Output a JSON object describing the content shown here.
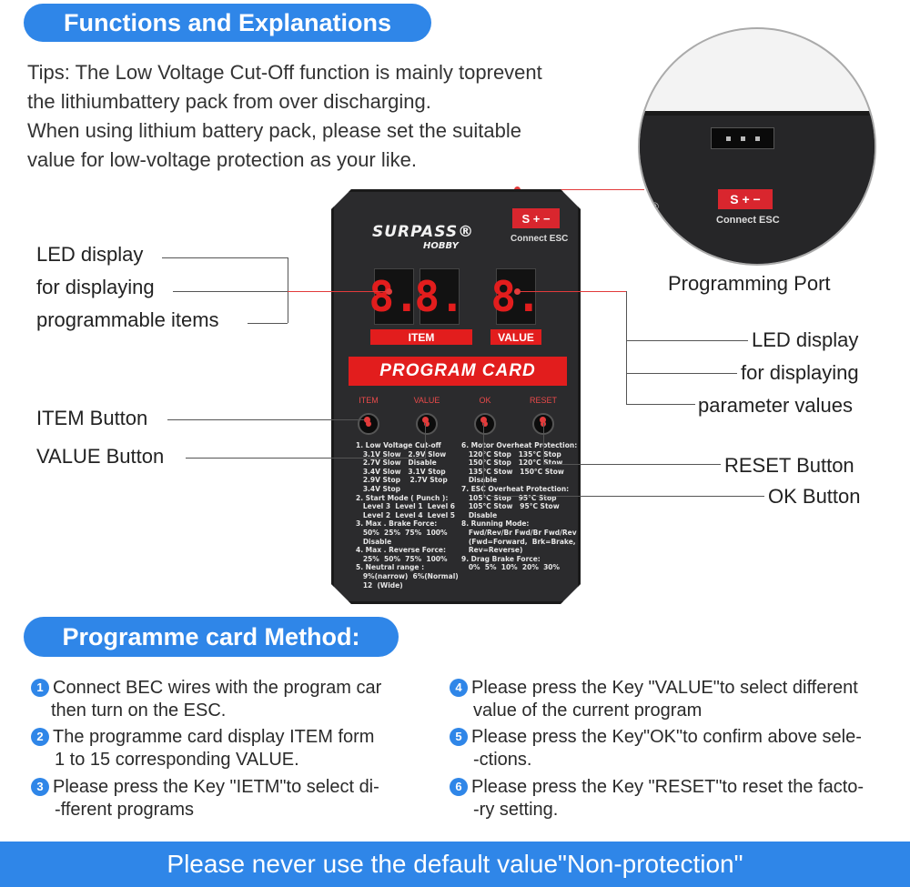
{
  "header": {
    "title": "Functions and Explanations"
  },
  "tips": {
    "line1": "Tips: The Low Voltage Cut-Off function is mainly toprevent",
    "line2": "the lithiumbattery pack from over discharging.",
    "line3": "When using lithium battery pack, please set the suitable",
    "line4": "value for low-voltage protection as your like."
  },
  "callouts": {
    "led_left": [
      "LED display",
      "for displaying",
      "programmable items"
    ],
    "item_button": "ITEM Button",
    "value_button": "VALUE Button",
    "programming_port": "Programming Port",
    "led_right": [
      "LED display",
      "for displaying",
      "parameter values"
    ],
    "reset_button": "RESET Button",
    "ok_button": "OK Button"
  },
  "card": {
    "brand": "SURPASS®",
    "brand_sub": "HOBBY",
    "port": "S + −",
    "port_label": "Connect  ESC",
    "digits": [
      "8.",
      "8.",
      "8."
    ],
    "item_tag": "ITEM",
    "value_tag": "VALUE",
    "banner": "PROGRAM CARD",
    "buttons": [
      "ITEM",
      "VALUE",
      "OK",
      "RESET"
    ],
    "spec_left": "1. Low Voltage Cut-off\n   3.1V Slow   2.9V Slow\n   2.7V Slow   Disable\n   3.4V Slow   3.1V Stop\n   2.9V Stop    2.7V Stop\n   3.4V Stop\n2. Start Mode ( Punch ):\n   Level 3  Level 1  Level 6\n   Level 2  Level 4  Level 5\n3. Max . Brake Force:\n   50%  25%  75%  100%\n   Disable\n4. Max . Reverse Force:\n   25%  50%  75%  100%\n5. Neutral range :\n   9%(narrow)  6%(Normal)\n   12  (Wide)",
    "spec_right": "6. Motor Overheat Protection:\n   120°C Stop   135°C Stop\n   150°C Stop   120°C Stow\n   135°C Stow   150°C Stow\n   Disable\n7. ESC Overheat Protection:\n   105°C Stop   95°C Stop\n   105°C Stow   95°C Stow\n   Disable\n8. Running Mode:\n   Fwd/Rev/Br Fwd/Br Fwd/Rev\n   (Fwd=Forward,  Brk=Brake,\n   Rev=Reverse)\n9. Drag Brake Force:\n   0%  5%  10%  20%  30%"
  },
  "zoom": {
    "port": "S + −",
    "label": "Connect  ESC",
    "mark": "®"
  },
  "method": {
    "title": "Programme card Method:",
    "steps": [
      {
        "n": "1",
        "lines": [
          "Connect BEC wires with the program car",
          "then turn on the ESC."
        ]
      },
      {
        "n": "2",
        "lines": [
          "The programme card display ITEM form",
          "1 to 15 corresponding VALUE."
        ]
      },
      {
        "n": "3",
        "lines": [
          "Please press the Key \"IETM\"to select di-",
          "-fferent programs"
        ]
      },
      {
        "n": "4",
        "lines": [
          "Please press the Key \"VALUE\"to select different",
          "value of the current program"
        ]
      },
      {
        "n": "5",
        "lines": [
          "Please press the Key\"OK\"to confirm above sele-",
          "-ctions."
        ]
      },
      {
        "n": "6",
        "lines": [
          "Please press the Key \"RESET\"to reset the facto-",
          "-ry setting."
        ]
      }
    ]
  },
  "footer": {
    "text": "Please never use the default value\"Non-protection\""
  },
  "colors": {
    "accent": "#2f86e8",
    "card_red": "#e21d1d",
    "card_body": "#2b2b2d"
  }
}
